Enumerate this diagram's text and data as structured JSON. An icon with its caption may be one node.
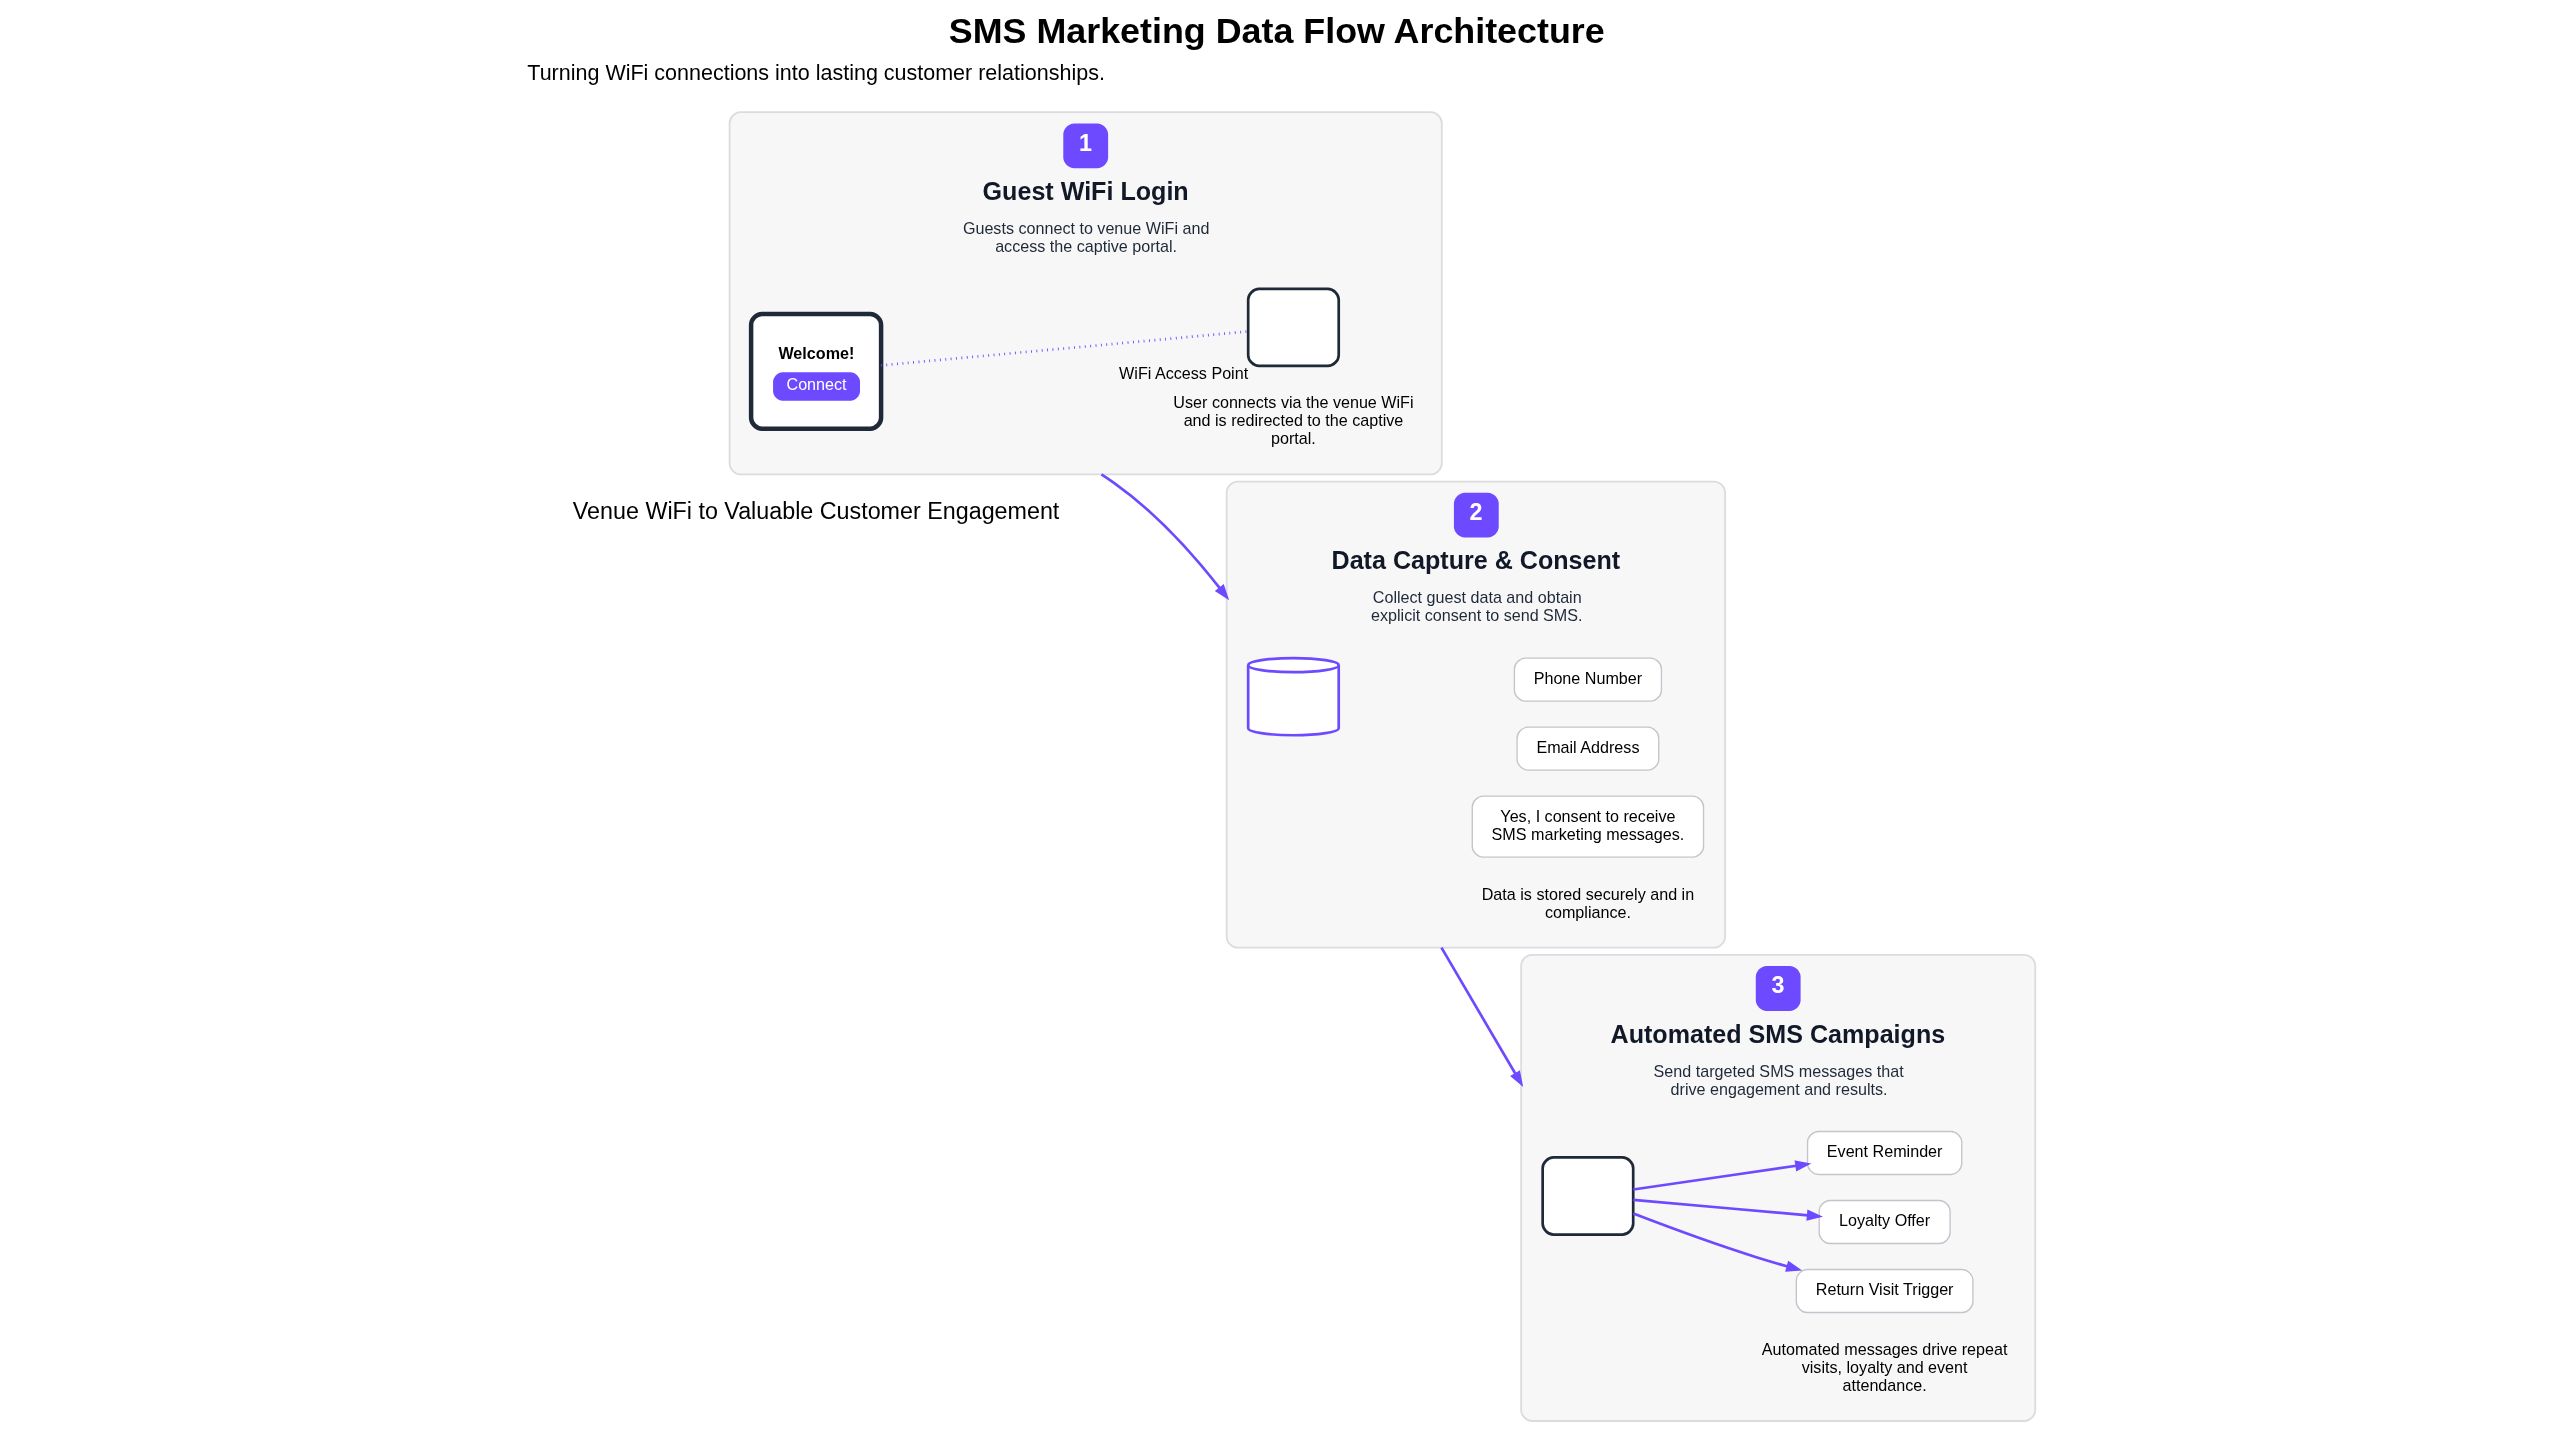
{
  "diagram": {
    "title": "SMS Marketing Data Flow Architecture",
    "caption": "Turning WiFi connections into lasting customer relationships.",
    "nodes": [
      {
        "text": [
          "1",
          "Guest WiFi Login",
          "Guests connect to venue WiFi and access the captive portal.",
          "User connects via the venue WiFi and is redirected to the captive portal."
        ]
      },
      {
        "text": [
          "Welcome!",
          "Connect"
        ],
        "in": 0
      },
      {
        "text": [],
        "shape": "box",
        "beside": [
          "WiFi Access Point"
        ],
        "in": 0
      },
      {
        "text": [
          "2",
          "Data Capture & Consent",
          "Collect guest data and obtain explicit consent to send SMS.",
          "Data is stored securely and in compliance."
        ]
      },
      {
        "text": [],
        "shape": "cylinder",
        "in": 3
      },
      {
        "text": [
          "Phone Number"
        ],
        "in": 3
      },
      {
        "text": [
          "Email Address"
        ],
        "in": 3
      },
      {
        "text": [
          "Yes, I consent to receive SMS marketing messages."
        ],
        "in": 3
      },
      {
        "text": [
          "3",
          "Automated SMS Campaigns",
          "Send targeted SMS messages that drive engagement and results.",
          "Automated messages drive repeat visits, loyalty and event attendance."
        ]
      },
      {
        "text": [],
        "shape": "box",
        "in": 8
      },
      {
        "text": [
          "Return Visit Trigger"
        ],
        "in": 8
      },
      {
        "text": [
          "Loyalty Offer"
        ],
        "in": 8
      },
      {
        "text": [
          "Event Reminder"
        ],
        "in": 8
      }
    ],
    "edges": [
      {
        "from": 1,
        "to": 2,
        "arrow": "none",
        "style": "dashed"
      },
      {
        "from": 0,
        "to": 3,
        "arrow": "to"
      },
      {
        "from": 3,
        "to": 8,
        "arrow": "to"
      },
      {
        "from": 9,
        "to": 10,
        "arrow": "to"
      },
      {
        "from": 9,
        "to": 11,
        "arrow": "to"
      },
      {
        "from": 9,
        "to": 12,
        "arrow": "to"
      }
    ],
    "labels": [
      "Venue WiFi to Valuable Customer Engagement"
    ]
  }
}
